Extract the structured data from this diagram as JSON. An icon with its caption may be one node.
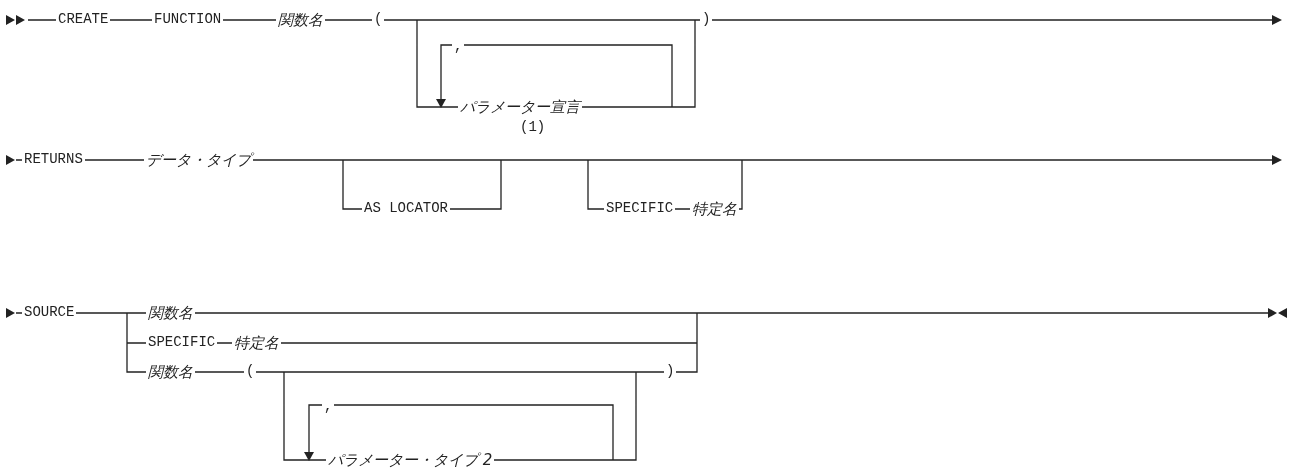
{
  "diagram": {
    "labels": [
      "CREATE",
      "FUNCTION",
      "関数名",
      "(",
      ")",
      ",",
      "パラメーター宣言",
      "(1)",
      "RETURNS",
      "データ・タイプ",
      "AS LOCATOR",
      "SPECIFIC",
      "特定名",
      "SOURCE",
      "関数名",
      "SPECIFIC",
      "特定名",
      "関数名",
      "(",
      ")",
      ",",
      "パラメーター・タイプ 2"
    ]
  }
}
